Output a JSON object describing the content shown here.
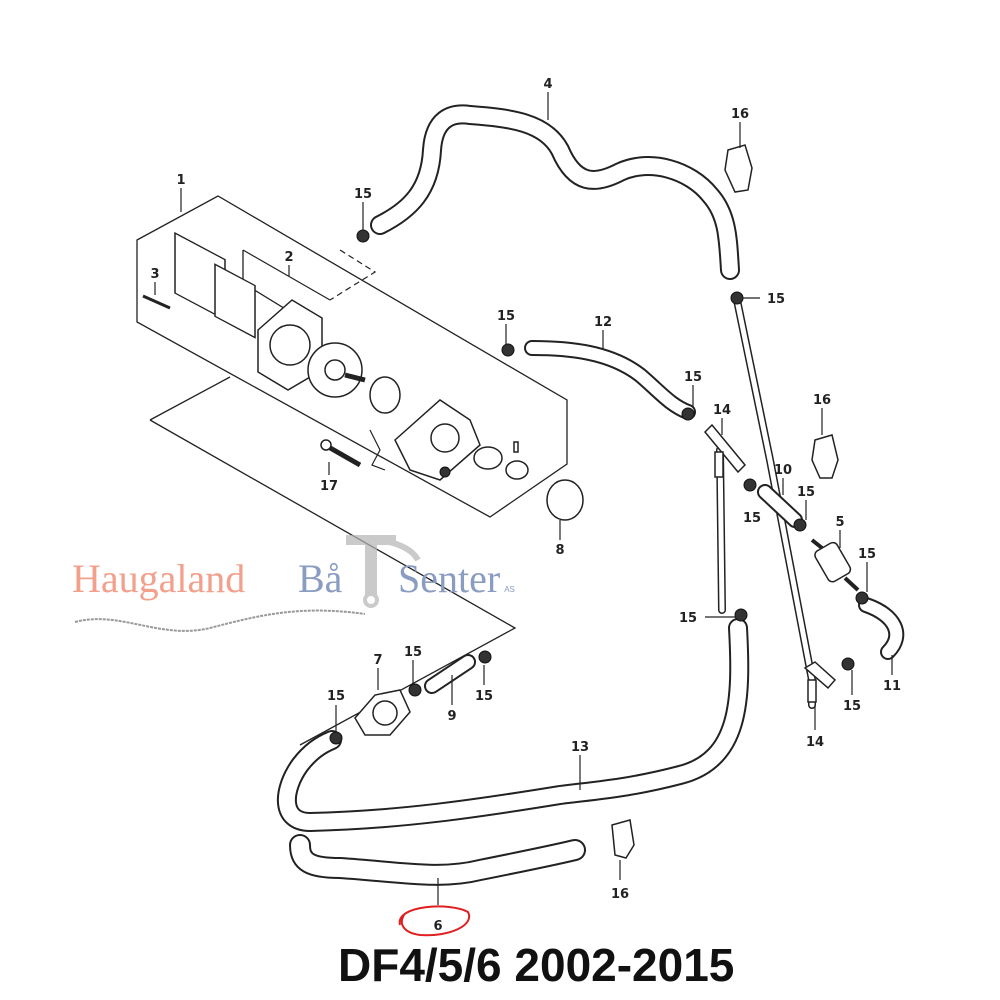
{
  "title": "DF4/5/6 2002-2015",
  "logo": {
    "word1": "Haugaland",
    "word2": "Bå",
    "word3": "Senter",
    "suffix": "AS"
  },
  "colors": {
    "logo_salmon": "#f2a08c",
    "logo_blue": "#8a9cc2",
    "anchor_gray": "#b5b5b5",
    "highlight_red": "#e02020"
  },
  "callouts": {
    "c1": "1",
    "c2": "2",
    "c3": "3",
    "c4": "4",
    "c5": "5",
    "c6": "6",
    "c7": "7",
    "c8": "8",
    "c9": "9",
    "c10": "10",
    "c11": "11",
    "c12": "12",
    "c13": "13",
    "c14": "14",
    "c15": "15",
    "c16": "16",
    "c17": "17"
  }
}
